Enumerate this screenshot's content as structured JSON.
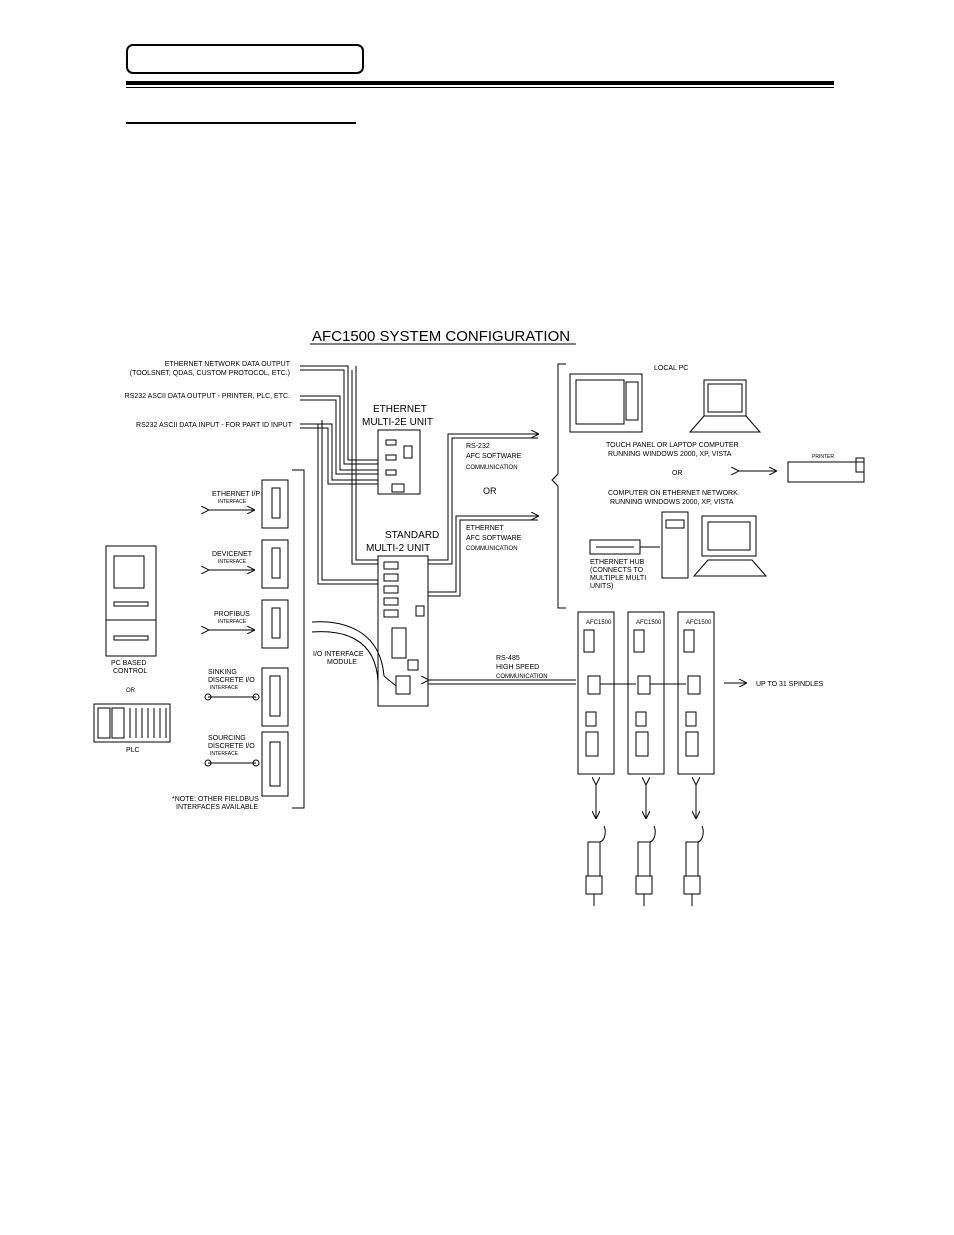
{
  "diagram": {
    "title": "AFC1500 SYSTEM CONFIGURATION",
    "outputs": {
      "ethernet_output": [
        "ETHERNET NETWORK DATA OUTPUT",
        "(TOOLSNET, QDAS, CUSTOM PROTOCOL, ETC.)"
      ],
      "rs232_output": "RS232 ASCII DATA OUTPUT - PRINTER, PLC, ETC.",
      "rs232_input": "RS232 ASCII DATA INPUT - FOR PART ID INPUT"
    },
    "ethernet_unit": [
      "ETHERNET",
      "MULTI-2E UNIT"
    ],
    "standard_unit": [
      "STANDARD",
      "MULTI-2 UNIT"
    ],
    "rs232_comm": [
      "RS-232",
      "AFC SOFTWARE",
      "COMMUNICATION"
    ],
    "ethernet_comm": [
      "ETHERNET",
      "AFC SOFTWARE",
      "COMMUNICATION"
    ],
    "or": "OR",
    "local_pc": "LOCAL PC",
    "touch_panel": [
      "TOUCH PANEL OR LAPTOP COMPUTER",
      "RUNNING WINDOWS 2000, XP, VISTA"
    ],
    "computer_network": [
      "COMPUTER ON ETHERNET NETWORK",
      "RUNNING WINDOWS 2000, XP, VISTA"
    ],
    "printer": "PRINTER",
    "ethernet_hub": [
      "ETHERNET HUB",
      "(CONNECTS TO",
      "MULTIPLE MULTI",
      "UNITS)"
    ],
    "interfaces": {
      "ethernet_ip": [
        "ETHERNET I/P",
        "INTERFACE"
      ],
      "devicenet": [
        "DEVICENET",
        "INTERFACE"
      ],
      "profibus": [
        "PROFIBUS",
        "INTERFACE"
      ],
      "sinking": [
        "SINKING",
        "DISCRETE I/O",
        "INTERFACE"
      ],
      "sourcing": [
        "SOURCING",
        "DISCRETE I/O",
        "INTERFACE"
      ],
      "note": [
        "*NOTE: OTHER FIELDBUS",
        "INTERFACES AVAILABLE"
      ]
    },
    "io_module": [
      "I/O INTERFACE",
      "MODULE"
    ],
    "pc_control": [
      "PC BASED",
      "CONTROL"
    ],
    "or_small": "OR",
    "plc": "PLC",
    "rs485": [
      "RS-485",
      "HIGH SPEED",
      "COMMUNICATION"
    ],
    "servo_label": "AFC1500",
    "up_to": "UP TO 31 SPINDLES"
  }
}
